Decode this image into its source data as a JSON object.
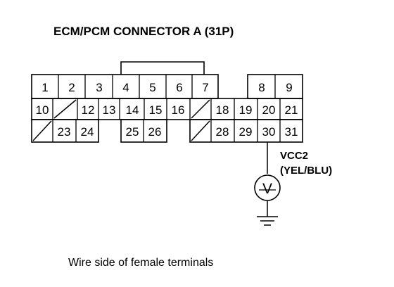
{
  "title": "ECM/PCM CONNECTOR A (31P)",
  "pins": {
    "p1": "1",
    "p2": "2",
    "p3": "3",
    "p4": "4",
    "p5": "5",
    "p6": "6",
    "p7": "7",
    "p8": "8",
    "p9": "9",
    "p10": "10",
    "p12": "12",
    "p13": "13",
    "p14": "14",
    "p15": "15",
    "p16": "16",
    "p18": "18",
    "p19": "19",
    "p20": "20",
    "p21": "21",
    "p23": "23",
    "p24": "24",
    "p25": "25",
    "p26": "26",
    "p28": "28",
    "p29": "29",
    "p30": "30",
    "p31": "31"
  },
  "wire": {
    "name": "VCC2",
    "color": "(YEL/BLU)"
  },
  "meter": {
    "symbol": "V"
  },
  "caption": "Wire side of female terminals"
}
